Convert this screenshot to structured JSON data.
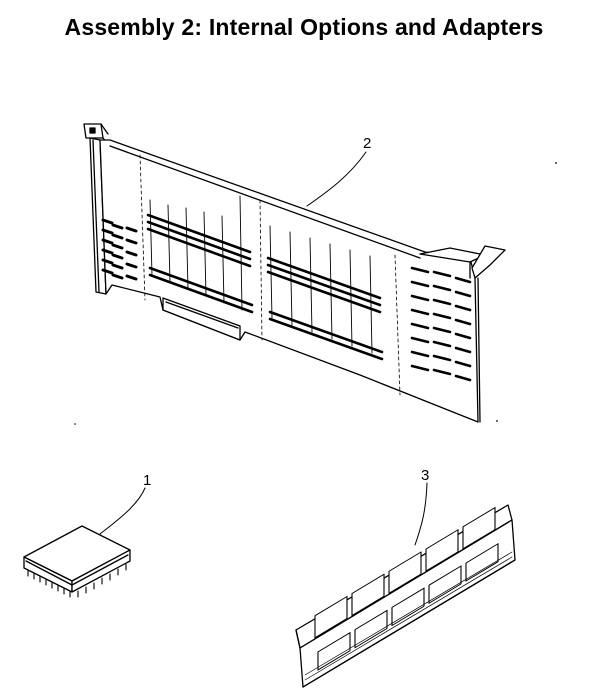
{
  "title": "Assembly 2:  Internal Options and Adapters",
  "callouts": [
    {
      "id": "part-1",
      "label": "1"
    },
    {
      "id": "part-2",
      "label": "2"
    },
    {
      "id": "part-3",
      "label": "3"
    }
  ],
  "colors": {
    "ink": "#000000",
    "paper": "#ffffff"
  }
}
